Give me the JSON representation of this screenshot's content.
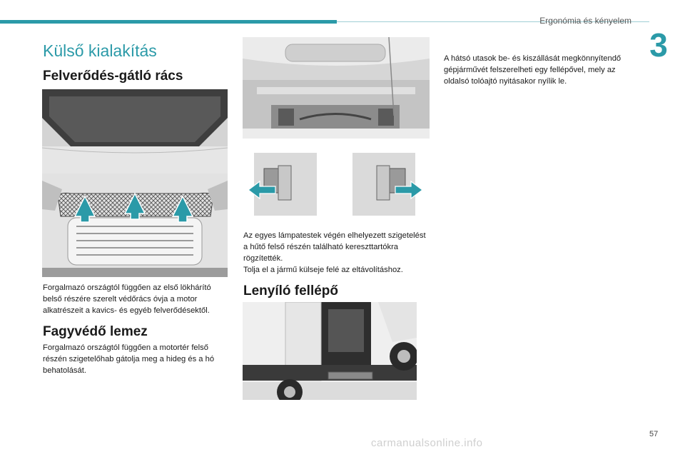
{
  "header": {
    "chapter_title": "Ergonómia és kényelem",
    "chapter_number": "3",
    "accent_color": "#2b9aa8"
  },
  "page_number": "57",
  "section_title": "Külső kialakítás",
  "grille": {
    "heading": "Felverődés-gátló rács",
    "text": "Forgalmazó országtól függően az első lökhárító belső részére szerelt védőrács óvja a motor alkatrészeit a kavics- és egyéb felverődésektől."
  },
  "frost": {
    "heading": "Fagyvédő lemez",
    "text": "Forgalmazó országtól függően a motortér felső részén szigetelőhab gátolja meg a hideg és a hó behatolását."
  },
  "lamps": {
    "text": "Az egyes lámpatestek végén elhelyezett szigetelést a hűtő felső részén található kereszttartókra rögzítették.\nTolja el a jármű külseje felé az eltávolításhoz."
  },
  "step": {
    "heading": "Lenyíló fellépő",
    "text": "A hátsó utasok be- és kiszállását megkönnyítendő gépjárművét felszerelheti egy fellépővel, mely az oldalsó tolóajtó nyitásakor nyílik le."
  },
  "watermark": "carmanualsonline.info"
}
